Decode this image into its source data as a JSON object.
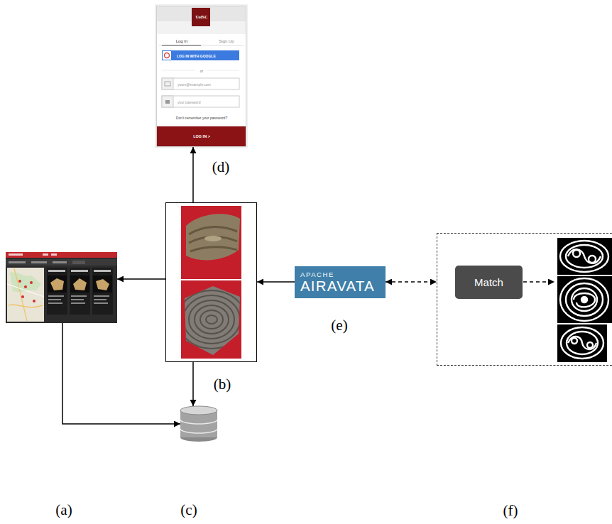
{
  "diagram": {
    "nodes": [
      {
        "text": [
          "UofSC",
          "Log In",
          "Sign Up",
          "LOG IN WITH GOOGLE",
          "or",
          "yours@example.com",
          "your password",
          "Don't remember your password?",
          "LOG IN >"
        ]
      },
      {
        "text": [
          "(a)"
        ]
      },
      {
        "text": [
          "(b)"
        ]
      },
      {
        "text": [
          "(c)"
        ]
      },
      {
        "text": [
          "APACHE",
          "AIRAVATA"
        ]
      },
      {
        "text": [
          "(f)"
        ]
      },
      {
        "text": [
          "Match"
        ],
        "in": 5
      }
    ],
    "edges": [
      {
        "from": 2,
        "to": 0,
        "arrow": "to"
      },
      {
        "from": 2,
        "to": 1,
        "arrow": "to"
      },
      {
        "from": 2,
        "to": 3,
        "arrow": "to"
      },
      {
        "from": 1,
        "to": 3,
        "arrow": "to"
      },
      {
        "from": 4,
        "to": 2,
        "arrow": "to"
      },
      {
        "from": 4,
        "to": 5,
        "arrow": "both"
      }
    ],
    "labels": [
      "(d)",
      "(e)"
    ]
  }
}
